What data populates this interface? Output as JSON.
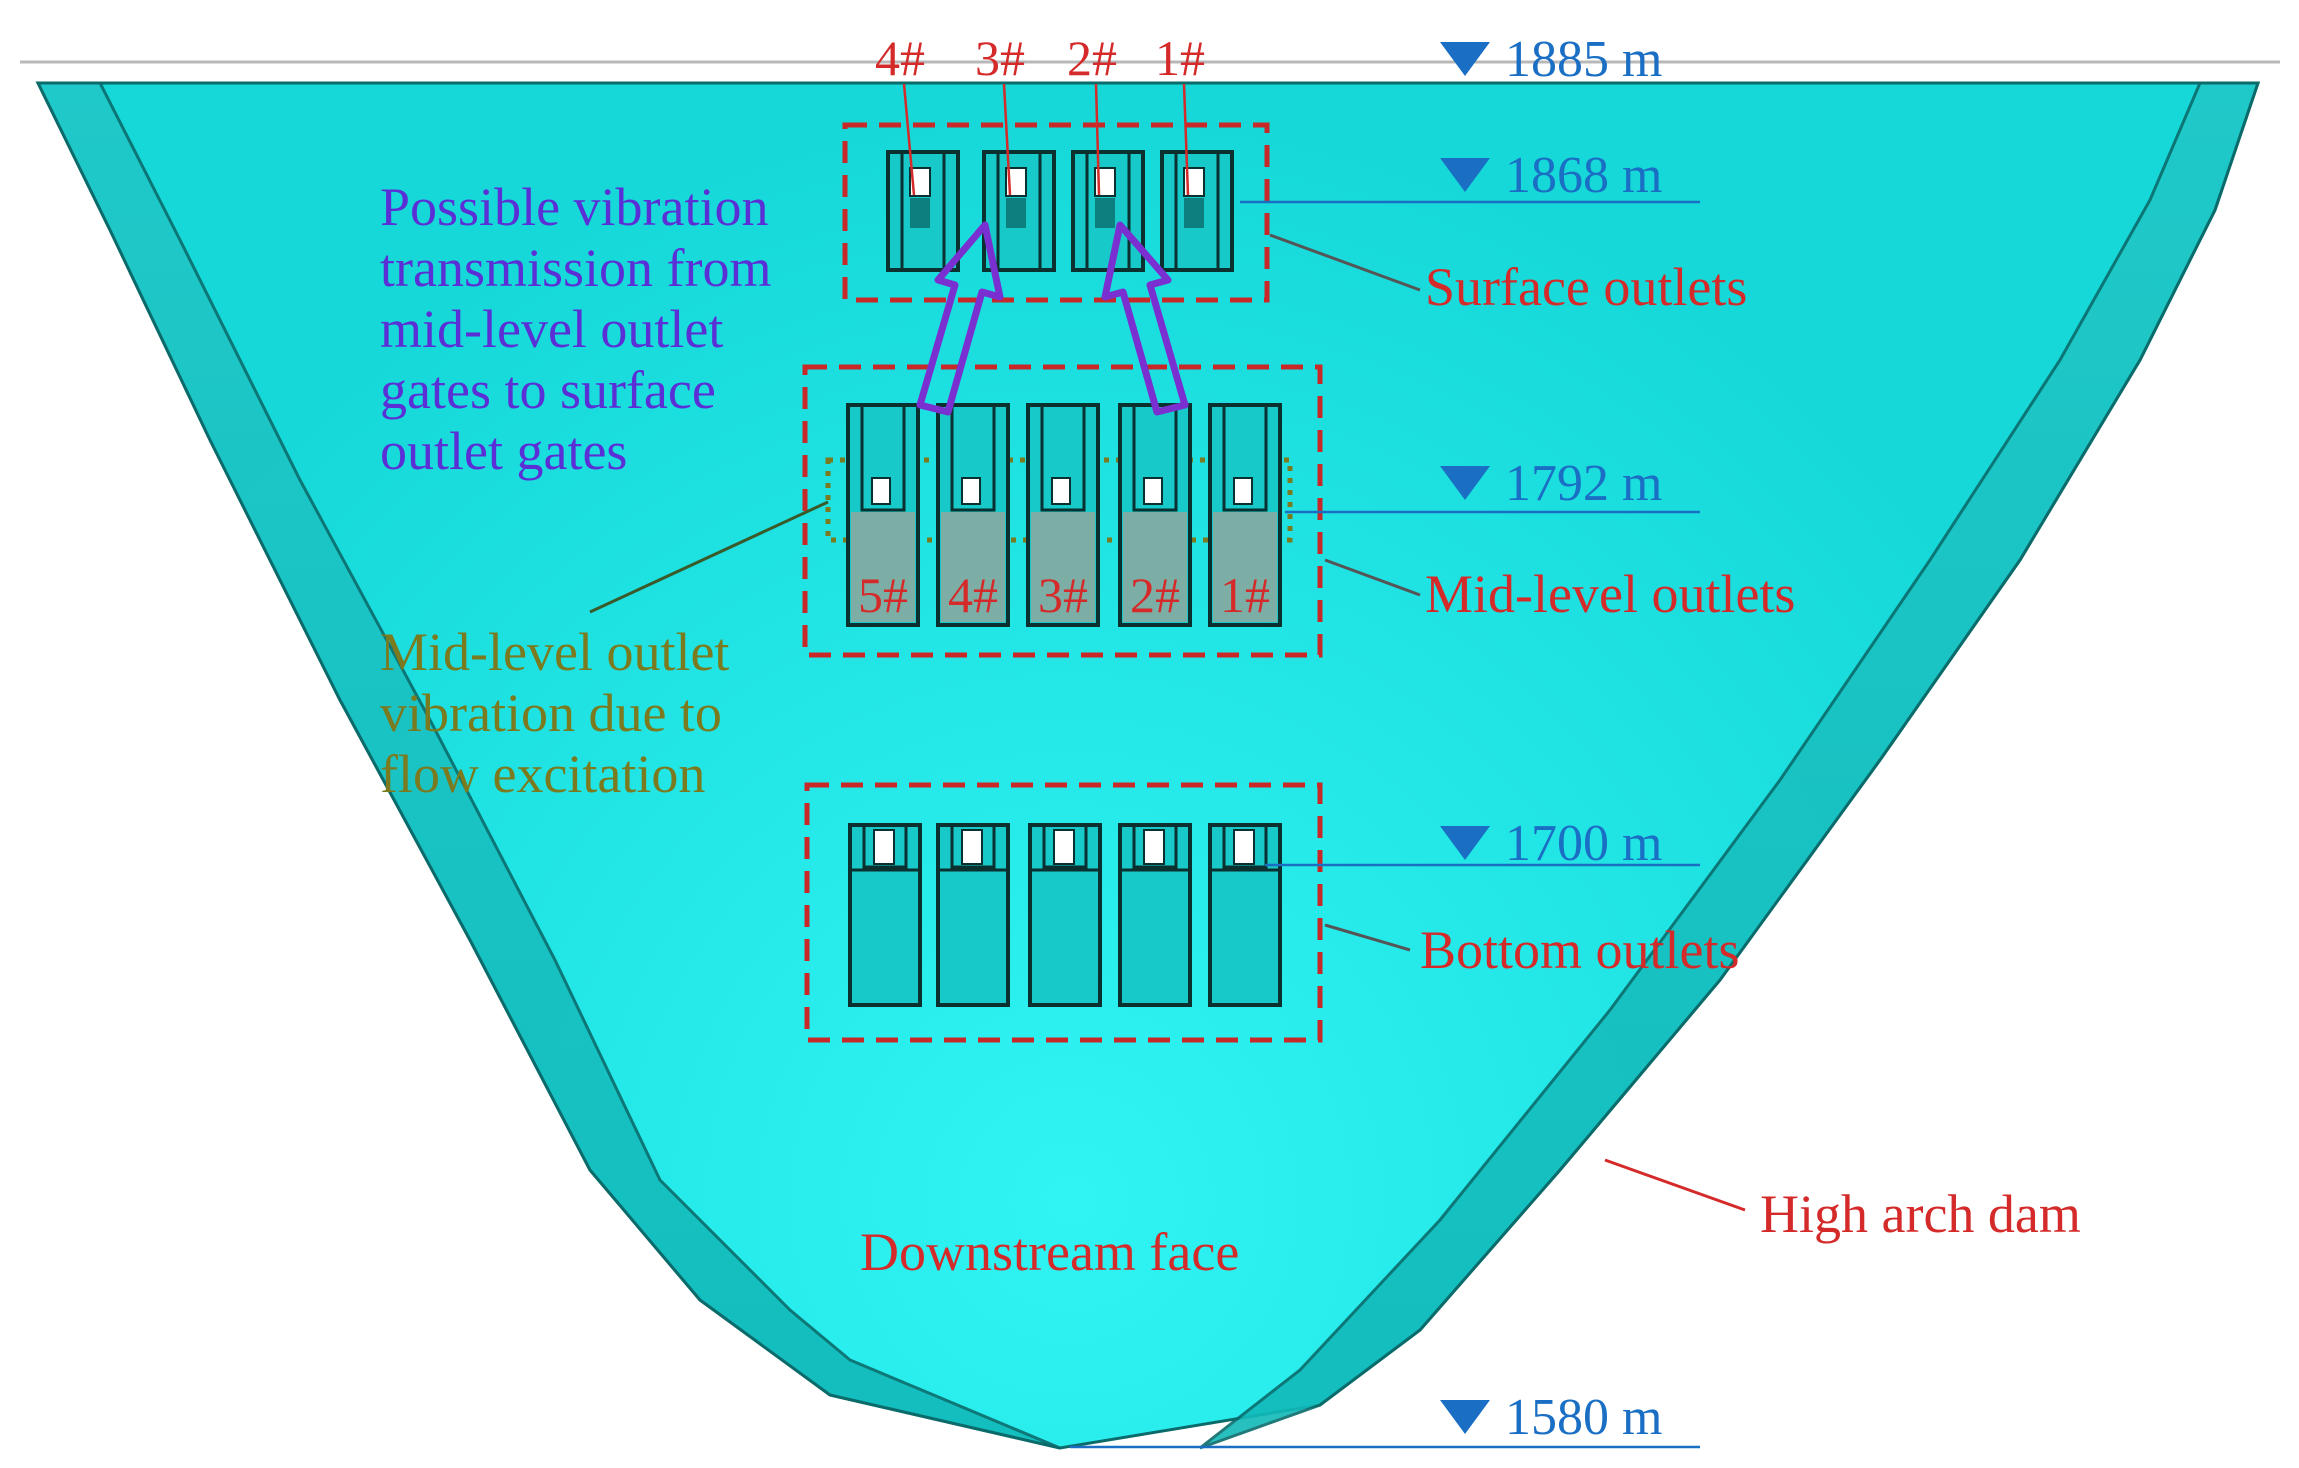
{
  "colors": {
    "dam_fill": "#16d8d8",
    "dam_center": "#30f4f4",
    "dam_edge": "#0b6b6b",
    "label_red": "#d42a2a",
    "elev_blue": "#1a6fc4",
    "annotation_purple": "#5b2fd6",
    "annotation_olive": "#7b7a1e",
    "box_dash": "#c82828",
    "zone_dot": "#7b7a1e"
  },
  "icons": {
    "elevation_marker": "triangle-down-icon"
  },
  "elevations": {
    "crest": "1885 m",
    "surface": "1868 m",
    "mid": "1792 m",
    "bottom": "1700 m",
    "base": "1580 m"
  },
  "labels": {
    "surface_outlets": "Surface outlets",
    "mid_outlets": "Mid-level outlets",
    "bottom_outlets": "Bottom outlets",
    "dam": "High arch dam",
    "downstream": "Downstream face"
  },
  "annotations": {
    "transmission": [
      "Possible vibration",
      "transmission from",
      "mid-level outlet",
      "gates to surface",
      "outlet gates"
    ],
    "excitation": [
      "Mid-level outlet",
      "vibration due to",
      "flow excitation"
    ]
  },
  "surface_gates": [
    "4#",
    "3#",
    "2#",
    "1#"
  ],
  "mid_gates": [
    "5#",
    "4#",
    "3#",
    "2#",
    "1#"
  ]
}
